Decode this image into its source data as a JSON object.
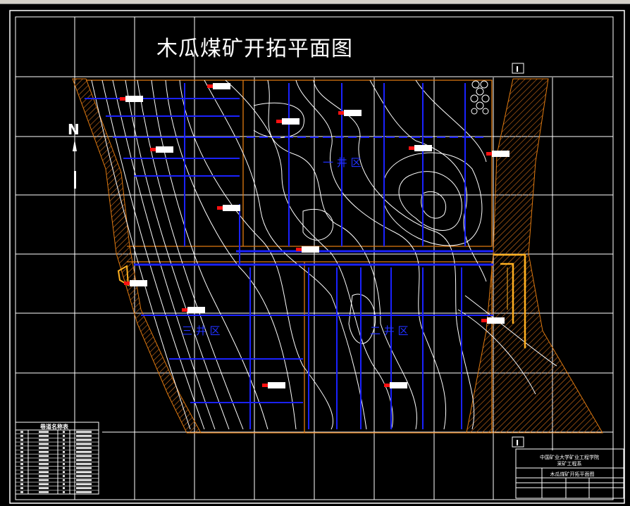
{
  "drawing": {
    "title": "木瓜煤矿开拓平面图",
    "north_label": "N",
    "section_marker_top": "I",
    "section_marker_bottom": "I",
    "area_labels": [
      "一 井 区",
      "三 井 区",
      "二 井 区"
    ]
  },
  "legend_table": {
    "title": "巷道名称表"
  },
  "title_block": {
    "institution": "中国矿业大学矿业工程学院",
    "department": "采矿工程系",
    "drawing_name": "木瓜煤矿开拓平面图"
  },
  "colors": {
    "background": "#000000",
    "frame": "#ffffff",
    "contour": "#ffffff",
    "roadway": "#1a22ff",
    "boundary": "#e07a10",
    "shaft": "#ffb020",
    "borehole_marker": "#ff1010"
  }
}
